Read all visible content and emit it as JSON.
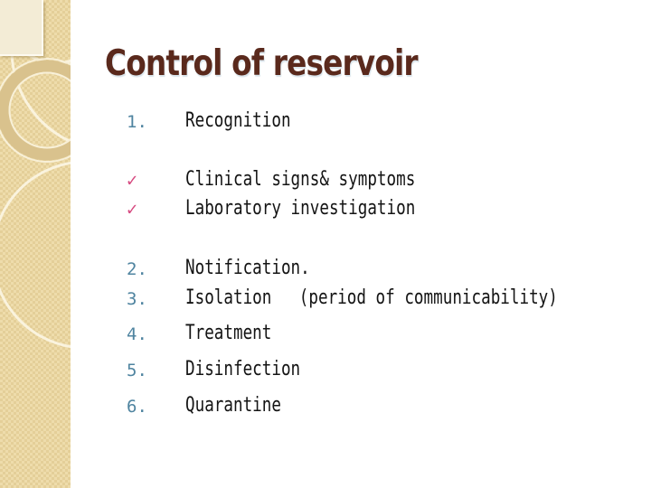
{
  "slide": {
    "title": "Control of reservoir",
    "items": [
      {
        "type": "number",
        "marker": "1.",
        "text": "Recognition"
      },
      {
        "type": "check",
        "marker": "✓",
        "text": "Clinical signs& symptoms"
      },
      {
        "type": "check",
        "marker": "✓",
        "text": "Laboratory investigation"
      },
      {
        "type": "number",
        "marker": "2.",
        "text": "Notification."
      },
      {
        "type": "number",
        "marker": "3.",
        "text": "Isolation",
        "note": "(period of communicability)"
      },
      {
        "type": "number",
        "marker": "4.",
        "text": "Treatment"
      },
      {
        "type": "number",
        "marker": "5.",
        "text": "Disinfection"
      },
      {
        "type": "number",
        "marker": "6.",
        "text": "Quarantine"
      }
    ],
    "colors": {
      "title": "#5a291c",
      "number": "#4f84a0",
      "check": "#d6487f",
      "body": "#141414",
      "sidebar": "#eedcab",
      "ring": "#d9c28d",
      "arc": "#faf3de"
    }
  }
}
